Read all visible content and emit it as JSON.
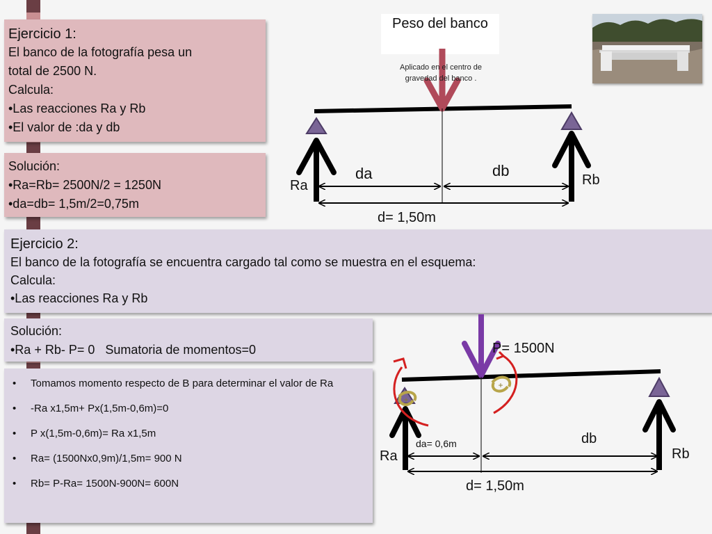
{
  "exercise1": {
    "title": "Ejercicio 1:",
    "lines": [
      "El banco de la fotografía pesa un",
      "total de 2500 N.",
      "Calcula:",
      "•Las reacciones Ra y Rb",
      "•El valor de :da y db"
    ]
  },
  "solution1": {
    "lines": [
      "Solución:",
      "•Ra=Rb= 2500N/2 = 1250N",
      "•da=db= 1,5m/2=0,75m"
    ]
  },
  "diagram1": {
    "weight_label": "Peso del banco",
    "weight_note": "Aplicado en el centro de gravedad del banco .",
    "ra": "Ra",
    "rb": "Rb",
    "da": "da",
    "db": "db",
    "d": "d= 1,50m"
  },
  "exercise2": {
    "title": "Ejercicio 2:",
    "lines": [
      "El banco de la fotografía se encuentra cargado tal como se muestra en el esquema:",
      "Calcula:",
      "•Las reacciones Ra y Rb"
    ]
  },
  "solution2": {
    "lines": [
      "Solución:",
      "•Ra + Rb- P= 0   Sumatoria de momentos=0"
    ]
  },
  "steps": [
    "Tomamos momento respecto de B para determinar el valor de Ra",
    "-Ra x1,5m+ Px(1,5m-0,6m)=0",
    "P x(1,5m-0,6m)= Ra x1,5m",
    "Ra= (1500Nx0,9m)/1,5m= 900 N",
    "Rb= P-Ra= 1500N-900N= 600N"
  ],
  "diagram2": {
    "load": "P= 1500N",
    "ra": "Ra",
    "rb": "Rb",
    "da": "da= 0,6m",
    "db": "db",
    "d": "d= 1,50m"
  },
  "colors": {
    "pink_box": "#dfb9bd",
    "lavender_box": "#ddd6e4",
    "weight_arrow": "#b04a5a",
    "load_arrow": "#7a3aa6",
    "moment_arrow": "#d42020",
    "support": "#7a6596"
  }
}
